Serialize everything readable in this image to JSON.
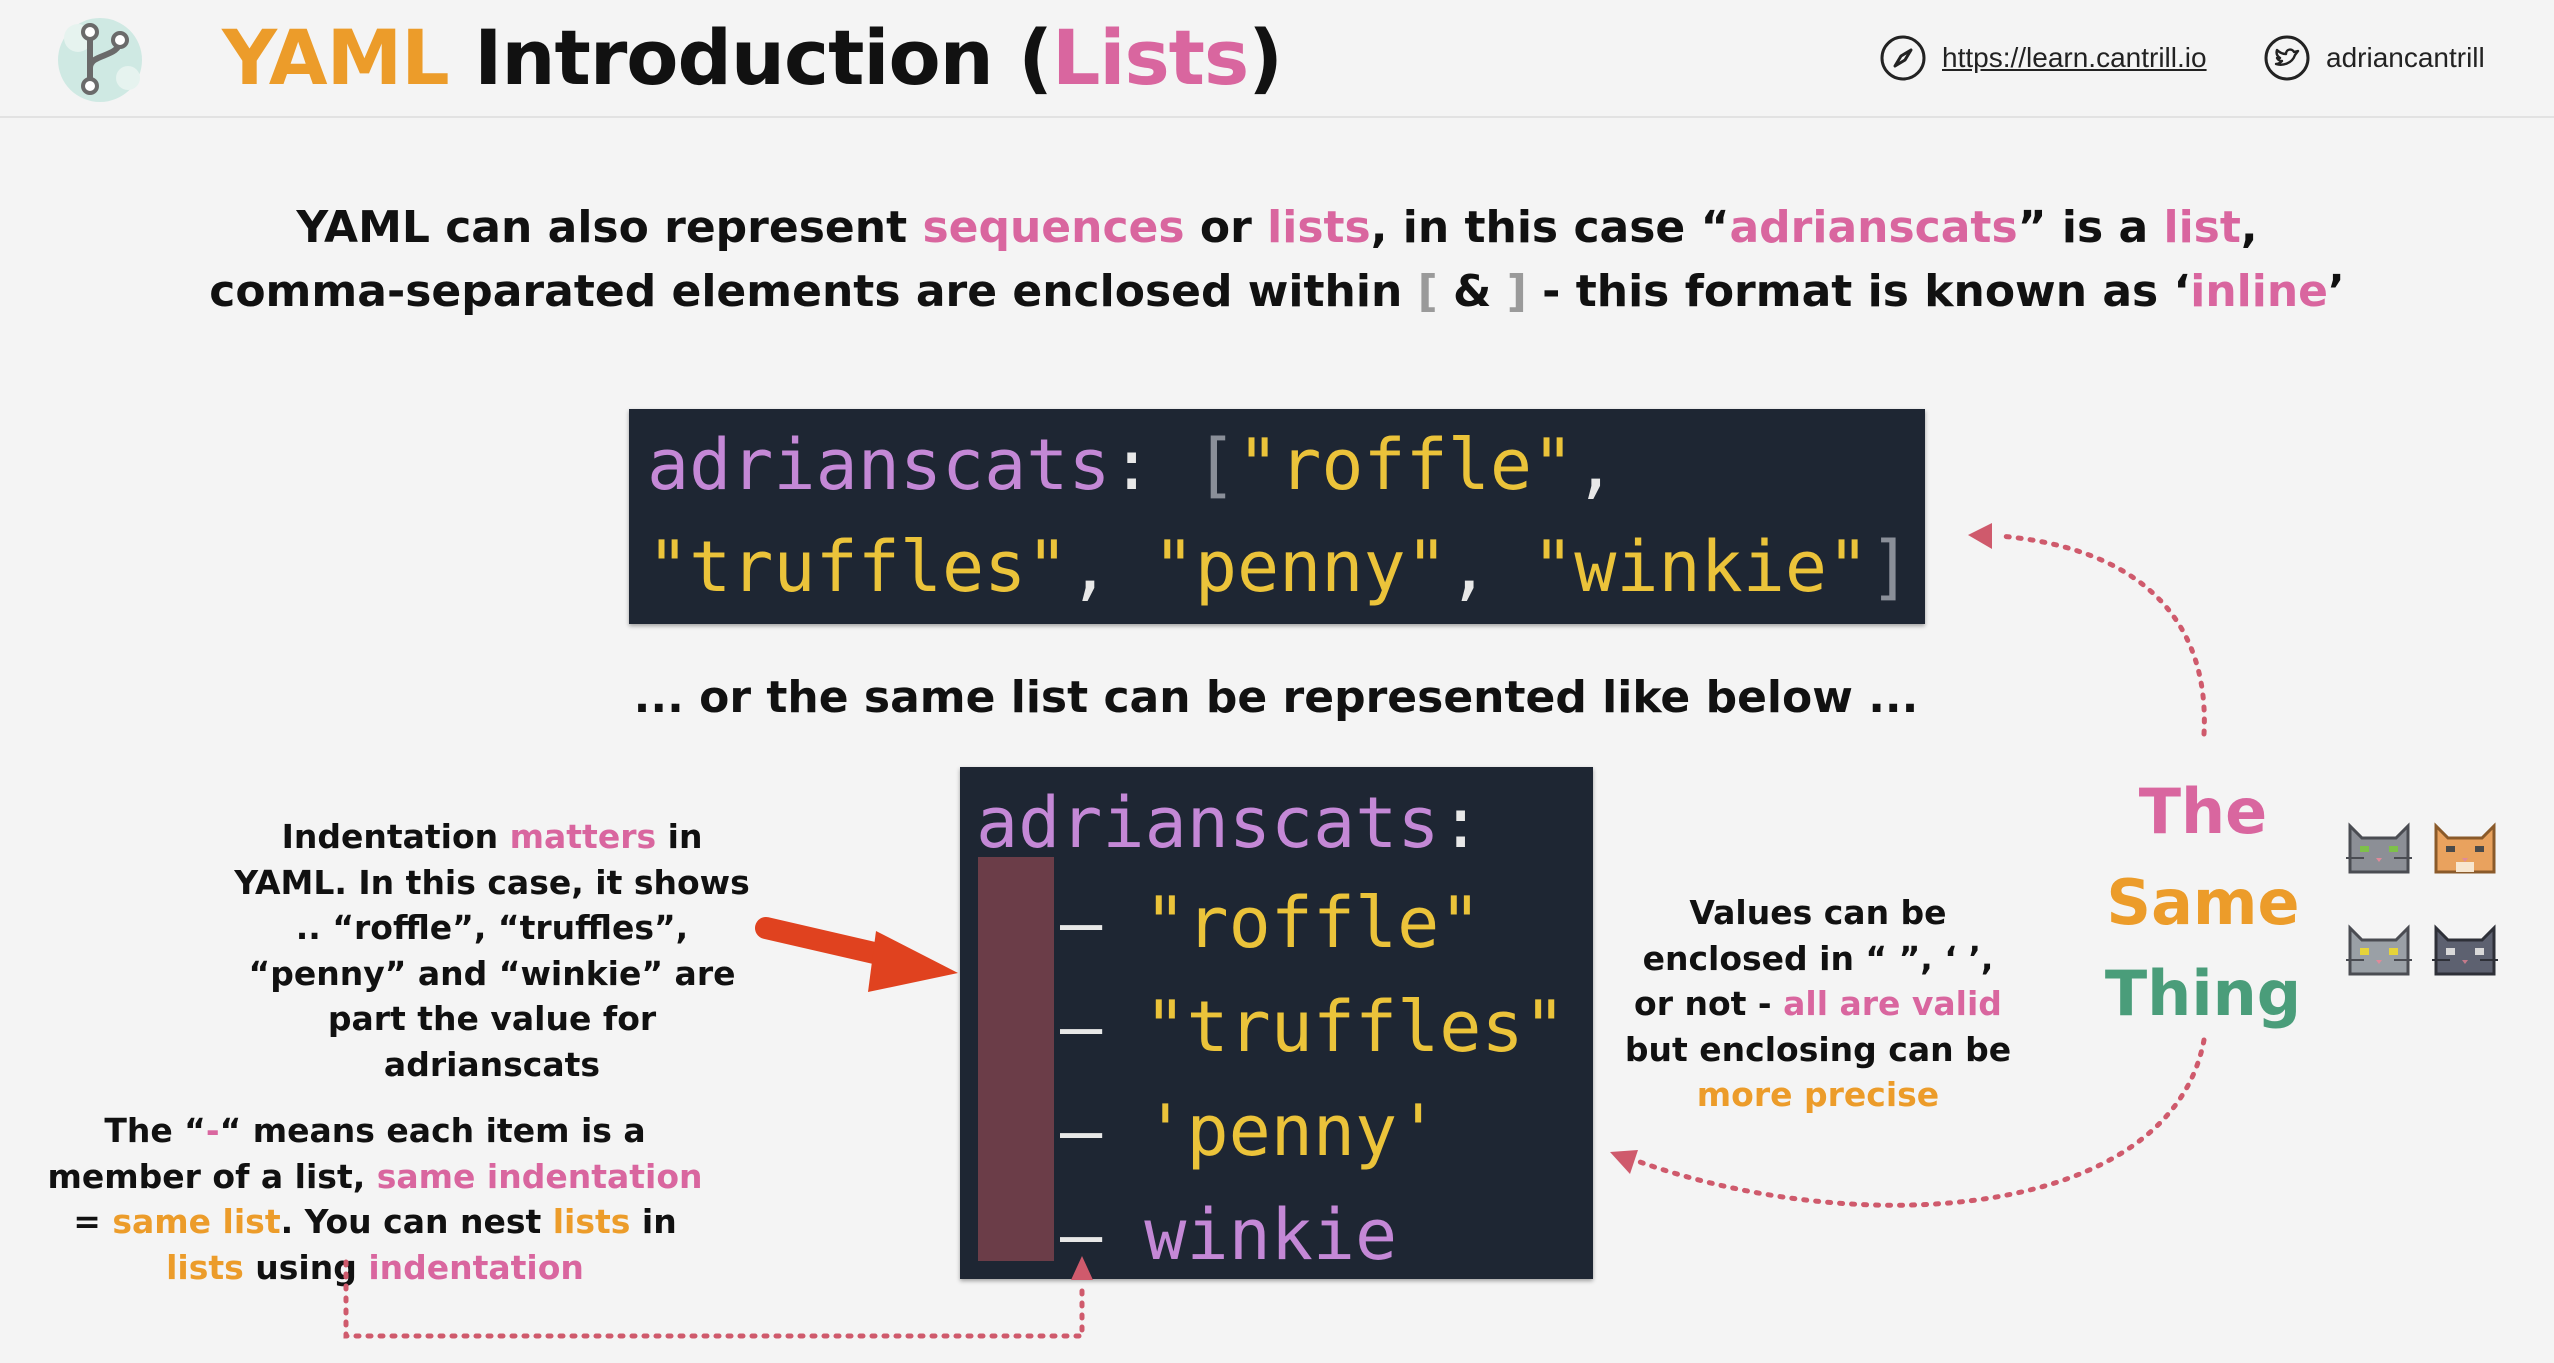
{
  "header": {
    "title_part1": "YAML",
    "title_part2": " Introduction (",
    "title_part3": "Lists",
    "title_part4": ")",
    "site_url": "https://learn.cantrill.io",
    "twitter_handle": "adriancantrill"
  },
  "intro": {
    "s1": "YAML can also represent ",
    "s2": "sequences",
    "s3": " or ",
    "s4": "lists",
    "s5": ", in this case “",
    "s6": "adrianscats",
    "s7": "” is a ",
    "s8": "list",
    "s9": ", comma-separated elements are enclosed within ",
    "s10": "[",
    "s11": " & ",
    "s12": "]",
    "s13": " - this format is known as ‘",
    "s14": "inline",
    "s15": "’"
  },
  "code_inline": {
    "key": "adrianscats",
    "colon": ": ",
    "open_bracket": "[",
    "v1": "\"roffle\"",
    "comma1": ",",
    "v2": "\"truffles\"",
    "comma2": ", ",
    "v3": "\"penny\"",
    "comma3": ", ",
    "v4": "\"winkie\"",
    "close_bracket": "]"
  },
  "middle_text": "... or the same list can be represented like below ...",
  "code_block": {
    "key": "adrianscats",
    "colon": ":",
    "dash": "– ",
    "items": [
      "\"roffle\"",
      "\"truffles\"",
      "'penny'",
      "winkie"
    ]
  },
  "note_indent": {
    "a": "Indentation ",
    "b": "matters",
    "c": " in YAML. In this case, it shows .. “roffle”, “truffles”, “penny” and “winkie” are part the value for adrianscats"
  },
  "note_dash": {
    "a": "The “",
    "b": "-",
    "c": "“ means each item is a member of a list, ",
    "d": "same indentation",
    "e": " = ",
    "f": "same list",
    "g": ". You can nest ",
    "h": "lists",
    "i": " in ",
    "j": "lists",
    "k": " using ",
    "l": "indentation"
  },
  "note_values": {
    "a": "Values can be enclosed in “ ”, ‘ ’, or not - ",
    "b": "all are valid",
    "c": " but enclosing can be ",
    "d": "more precise"
  },
  "same_thing": {
    "w1": "The",
    "w2": "Same",
    "w3": "Thing"
  },
  "colors": {
    "pink": "#d9669f",
    "orange": "#ec9c2a",
    "green": "#4a9d7a",
    "code_bg": "#1e2633",
    "code_key": "#c488d6",
    "code_string": "#ebc33a",
    "arrow_red": "#e0421f",
    "dotted_arrow": "#cf5a6c"
  },
  "icons": [
    "logo-icon",
    "compass-icon",
    "twitter-icon",
    "cat-icon"
  ]
}
